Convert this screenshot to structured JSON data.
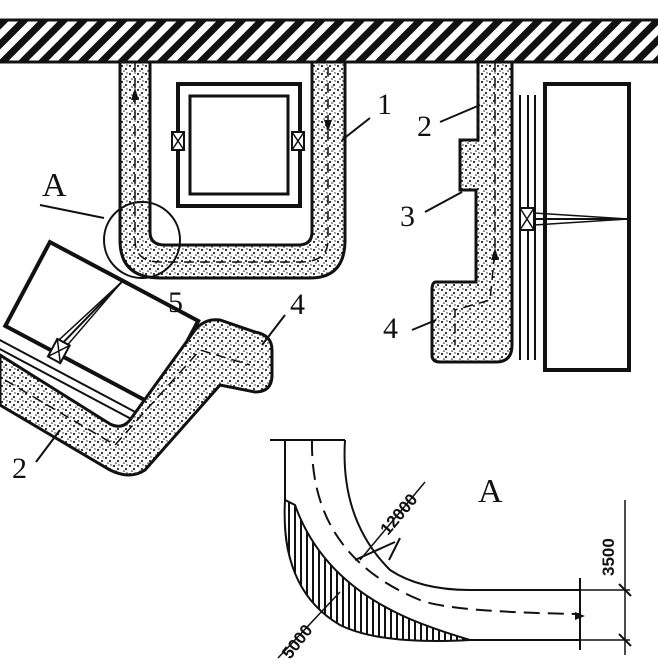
{
  "labels": {
    "n1": "1",
    "n2_top": "2",
    "n3": "3",
    "n4_right": "4",
    "n4_left": "4",
    "n2_left": "2",
    "n5": "5",
    "a_main": "A",
    "a_detail": "A"
  },
  "dimensions": {
    "d12000": "12000",
    "d3500": "3500",
    "d5000": "5000"
  }
}
